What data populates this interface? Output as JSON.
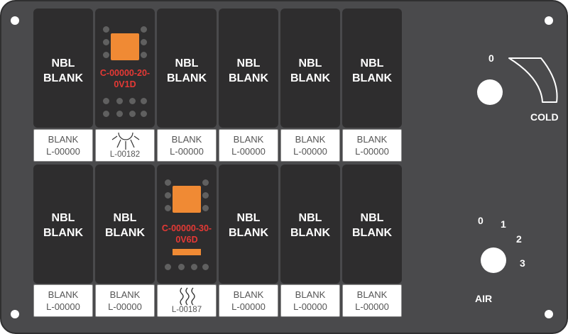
{
  "switches_top": [
    {
      "line1": "NBL",
      "line2": "BLANK"
    },
    {
      "code_line1": "C-00000-20-",
      "code_line2": "0V1D"
    },
    {
      "line1": "NBL",
      "line2": "BLANK"
    },
    {
      "line1": "NBL",
      "line2": "BLANK"
    },
    {
      "line1": "NBL",
      "line2": "BLANK"
    },
    {
      "line1": "NBL",
      "line2": "BLANK"
    }
  ],
  "switches_bottom": [
    {
      "line1": "NBL",
      "line2": "BLANK"
    },
    {
      "line1": "NBL",
      "line2": "BLANK"
    },
    {
      "code_line1": "C-00000-30-",
      "code_line2": "0V6D"
    },
    {
      "line1": "NBL",
      "line2": "BLANK"
    },
    {
      "line1": "NBL",
      "line2": "BLANK"
    },
    {
      "line1": "NBL",
      "line2": "BLANK"
    }
  ],
  "labels_top": [
    {
      "line1": "BLANK",
      "line2": "L-00000"
    },
    {
      "icon": "light-icon",
      "code": "L-00182"
    },
    {
      "line1": "BLANK",
      "line2": "L-00000"
    },
    {
      "line1": "BLANK",
      "line2": "L-00000"
    },
    {
      "line1": "BLANK",
      "line2": "L-00000"
    },
    {
      "line1": "BLANK",
      "line2": "L-00000"
    }
  ],
  "labels_bottom": [
    {
      "line1": "BLANK",
      "line2": "L-00000"
    },
    {
      "line1": "BLANK",
      "line2": "L-00000"
    },
    {
      "icon": "heat-icon",
      "code": "L-00187"
    },
    {
      "line1": "BLANK",
      "line2": "L-00000"
    },
    {
      "line1": "BLANK",
      "line2": "L-00000"
    },
    {
      "line1": "BLANK",
      "line2": "L-00000"
    }
  ],
  "cold_dial": {
    "zero": "0",
    "label": "COLD"
  },
  "air_dial": {
    "positions": [
      "0",
      "1",
      "2",
      "3"
    ],
    "label": "AIR"
  },
  "colors": {
    "panel": "#4a4a4c",
    "switch": "#2e2d2e",
    "indicator_orange": "#f08a34",
    "code_red": "#e53935"
  }
}
